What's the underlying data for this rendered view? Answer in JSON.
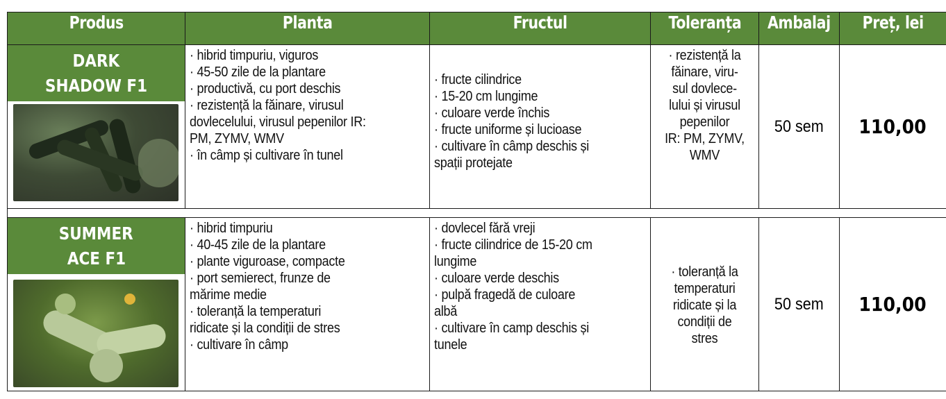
{
  "headers": {
    "produs": "Produs",
    "planta": "Planta",
    "fructul": "Fructul",
    "toleranta": "Toleranța",
    "ambalaj": "Ambalaj",
    "pret": "Preț, lei"
  },
  "products": [
    {
      "name_line1": "DARK",
      "name_line2": "SHADOW F1",
      "planta": [
        "· hibrid timpuriu, viguros",
        "· 45-50 zile de la plantare",
        "· productivă, cu port deschis",
        "· rezistență la făinare, virusul",
        "dovlecelului, virusul pepenilor IR:",
        "PM, ZYMV, WMV",
        "· în câmp și cultivare în tunel"
      ],
      "fructul": [
        "· fructe cilindrice",
        "· 15-20 cm lungime",
        "· culoare verde închis",
        "· fructe uniforme și lucioase",
        "· cultivare în câmp deschis și",
        "spații protejate"
      ],
      "toleranta": [
        "· rezistență la",
        "făinare, viru-",
        "sul dovlece-",
        "lului și virusul",
        "pepenilor",
        "IR: PM, ZYMV,",
        "WMV"
      ],
      "ambalaj": "50 sem",
      "pret": "110,00"
    },
    {
      "name_line1": "SUMMER",
      "name_line2": "ACE F1",
      "planta": [
        "· hibrid timpuriu",
        "· 40-45 zile de la plantare",
        "· plante viguroase, compacte",
        "· port semierect, frunze de",
        "mărime medie",
        "· toleranță la temperaturi",
        "ridicate și la condiții de stres",
        "· cultivare în câmp"
      ],
      "fructul": [
        "· dovlecel fără vreji",
        "· fructe cilindrice de 15-20 cm",
        "lungime",
        "· culoare verde deschis",
        "· pulpă fragedă de culoare",
        "albă",
        "· cultivare în camp deschis și",
        "tunele"
      ],
      "toleranta": [
        "· toleranță la",
        "temperaturi",
        "ridicate și la",
        "condiții de",
        "stres"
      ],
      "ambalaj": "50 sem",
      "pret": "110,00"
    }
  ],
  "colors": {
    "header_green": "#5a8a3a",
    "border": "#1a1a1a"
  }
}
